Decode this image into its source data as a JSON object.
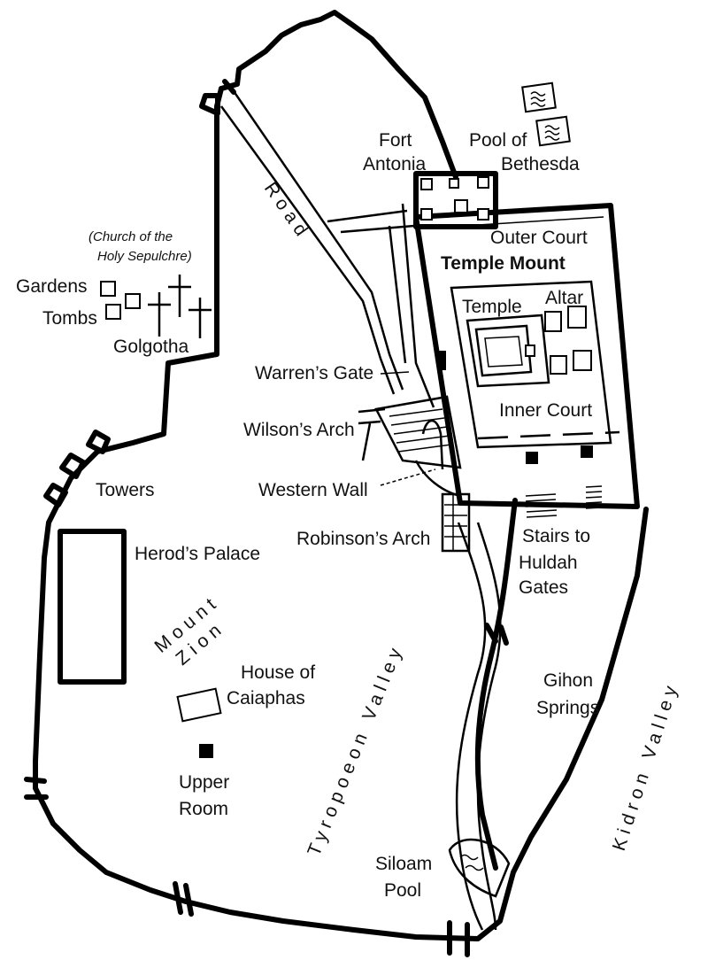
{
  "labels": {
    "fort_antonia": [
      "Fort",
      "Antonia"
    ],
    "pool_of_bethesda": [
      "Pool of",
      "Bethesda"
    ],
    "outer_court": "Outer Court",
    "temple_mount": "Temple Mount",
    "temple": "Temple",
    "altar": "Altar",
    "inner_court": "Inner Court",
    "road": "Road",
    "church": [
      "(Church of the",
      "Holy Sepulchre)"
    ],
    "gardens": "Gardens",
    "tombs": "Tombs",
    "golgotha": "Golgotha",
    "warrens_gate": "Warren’s Gate",
    "wilsons_arch": "Wilson’s Arch",
    "towers": "Towers",
    "western_wall": "Western Wall",
    "robinsons_arch": "Robinson’s Arch",
    "stairs_huldah": [
      "Stairs to",
      "Huldah",
      "Gates"
    ],
    "herods_palace": "Herod’s Palace",
    "mount_zion": [
      "Mount",
      "Zion"
    ],
    "house_of_caiaphas": [
      "House of",
      "Caiaphas"
    ],
    "gihon_springs": [
      "Gihon",
      "Springs"
    ],
    "upper_room": [
      "Upper",
      "Room"
    ],
    "tyropoeon_valley": "Tyropoeon Valley",
    "kidron_valley": "Kidron Valley",
    "siloam_pool": [
      "Siloam",
      "Pool"
    ]
  }
}
